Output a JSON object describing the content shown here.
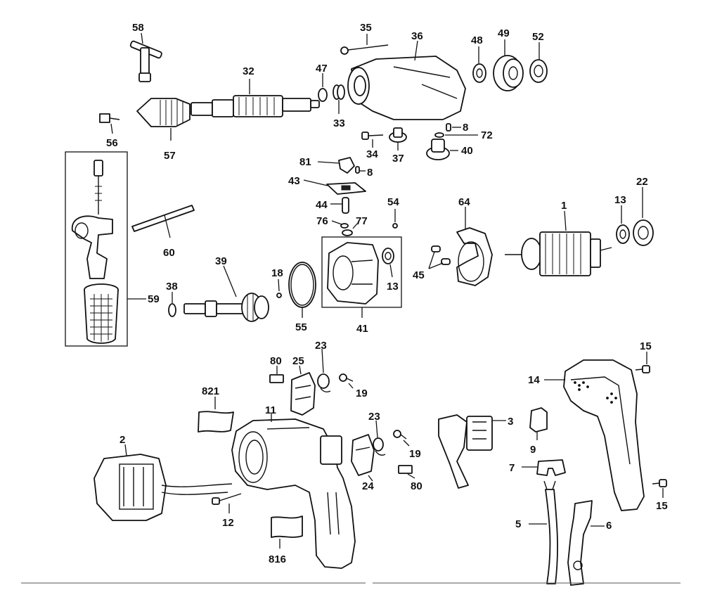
{
  "callouts": {
    "c1": "1",
    "c2": "2",
    "c3": "3",
    "c5": "5",
    "c6": "6",
    "c7": "7",
    "c8a": "8",
    "c8b": "8",
    "c9": "9",
    "c11": "11",
    "c12": "12",
    "c13a": "13",
    "c13b": "13",
    "c14": "14",
    "c15a": "15",
    "c15b": "15",
    "c18": "18",
    "c19a": "19",
    "c19b": "19",
    "c22": "22",
    "c23a": "23",
    "c23b": "23",
    "c24": "24",
    "c25": "25",
    "c32": "32",
    "c33": "33",
    "c34": "34",
    "c35": "35",
    "c36": "36",
    "c37": "37",
    "c38": "38",
    "c39": "39",
    "c40": "40",
    "c41": "41",
    "c43": "43",
    "c44": "44",
    "c45": "45",
    "c47": "47",
    "c48": "48",
    "c49": "49",
    "c52": "52",
    "c54": "54",
    "c55": "55",
    "c56": "56",
    "c57": "57",
    "c58": "58",
    "c59": "59",
    "c60": "60",
    "c64": "64",
    "c72": "72",
    "c76": "76",
    "c77": "77",
    "c80a": "80",
    "c80b": "80",
    "c81": "81",
    "c816": "816",
    "c821": "821"
  }
}
